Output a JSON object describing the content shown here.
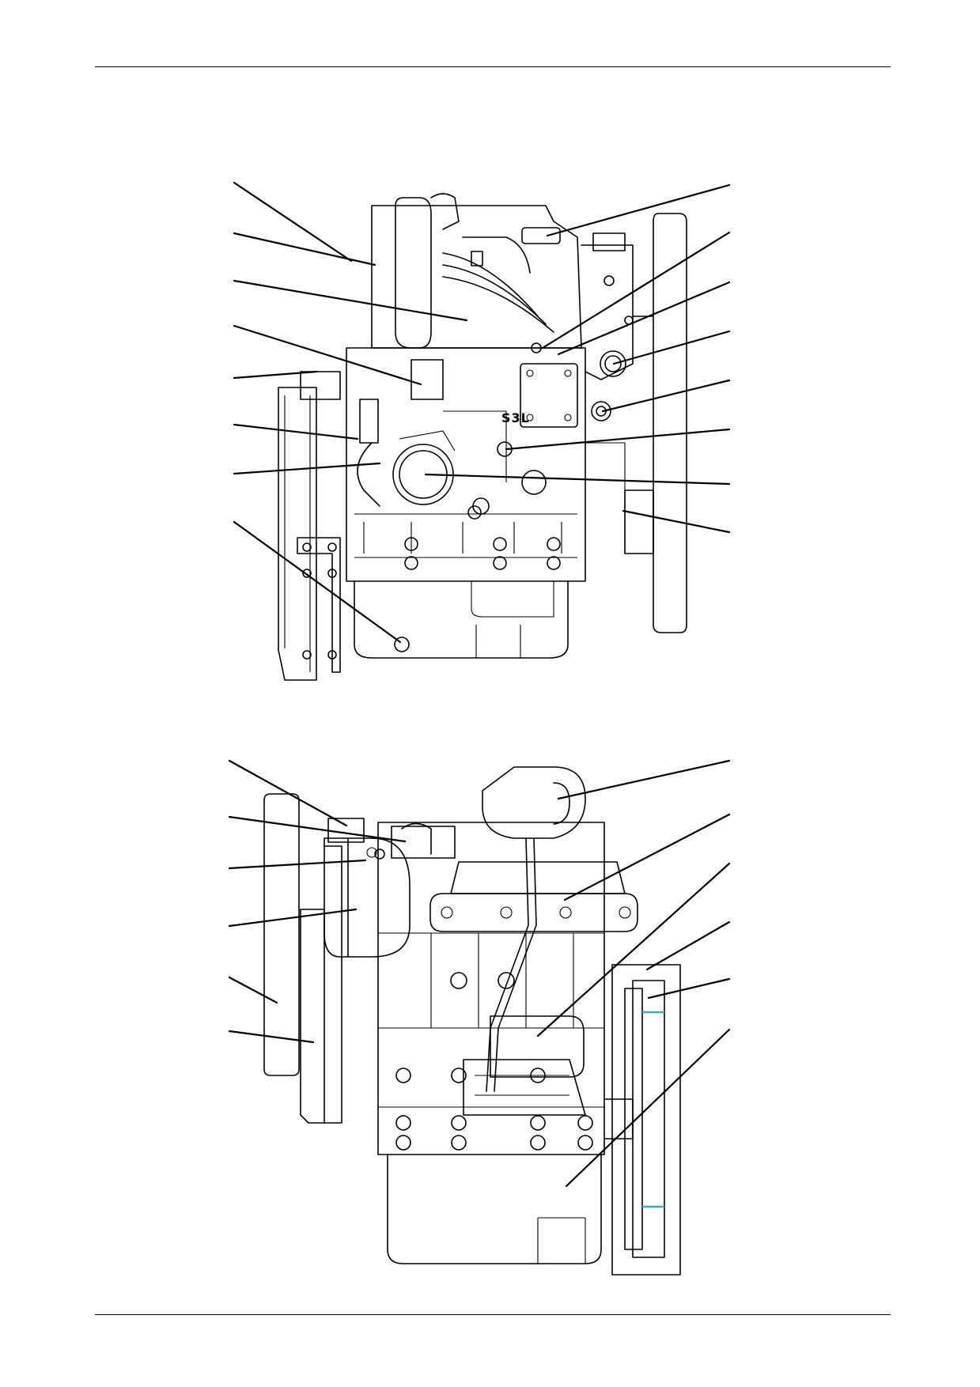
{
  "figures": [
    {
      "id": "upper",
      "label": "",
      "casting_mark": "S3L"
    },
    {
      "id": "lower",
      "label": ""
    }
  ],
  "colors": {
    "line": "#000000",
    "background": "#ffffff",
    "accent_clips": "#3aa6c8"
  }
}
